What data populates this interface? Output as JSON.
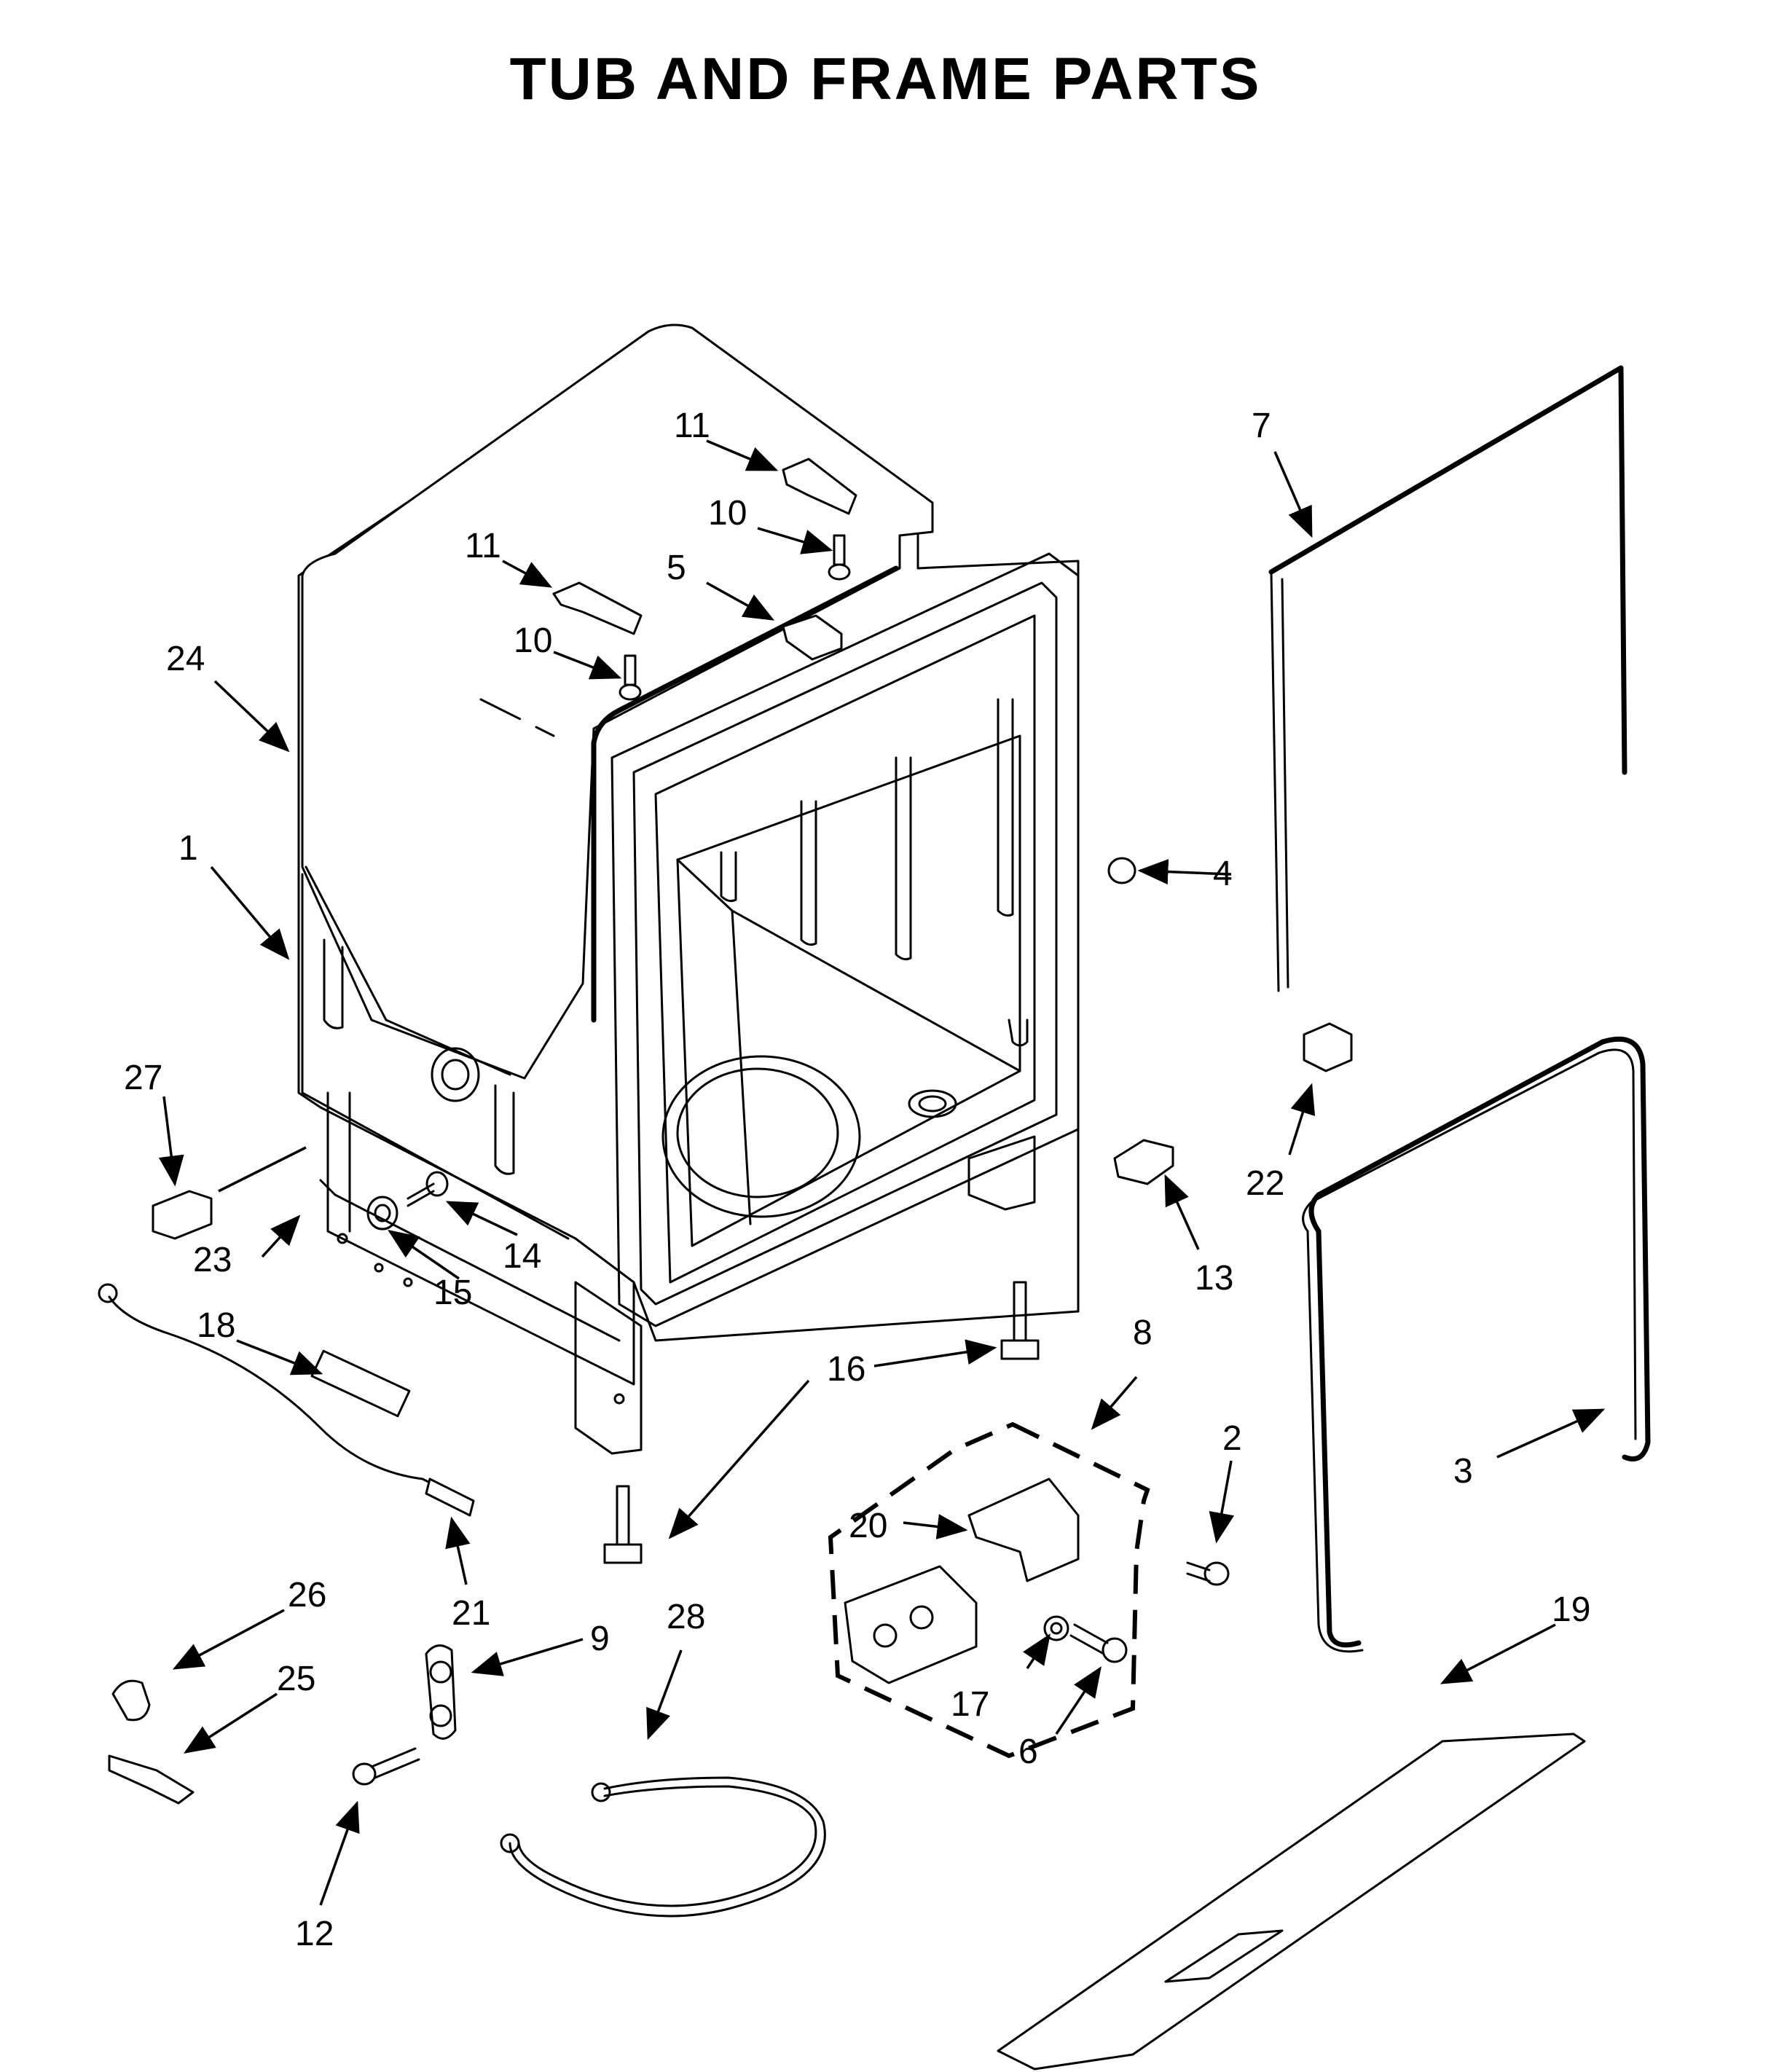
{
  "title": "TUB AND FRAME PARTS",
  "callouts": [
    "1",
    "2",
    "3",
    "4",
    "5",
    "6",
    "7",
    "8",
    "9",
    "10",
    "10",
    "11",
    "11",
    "12",
    "13",
    "14",
    "15",
    "16",
    "17",
    "18",
    "19",
    "20",
    "21",
    "22",
    "23",
    "24",
    "25",
    "26",
    "27",
    "28"
  ]
}
